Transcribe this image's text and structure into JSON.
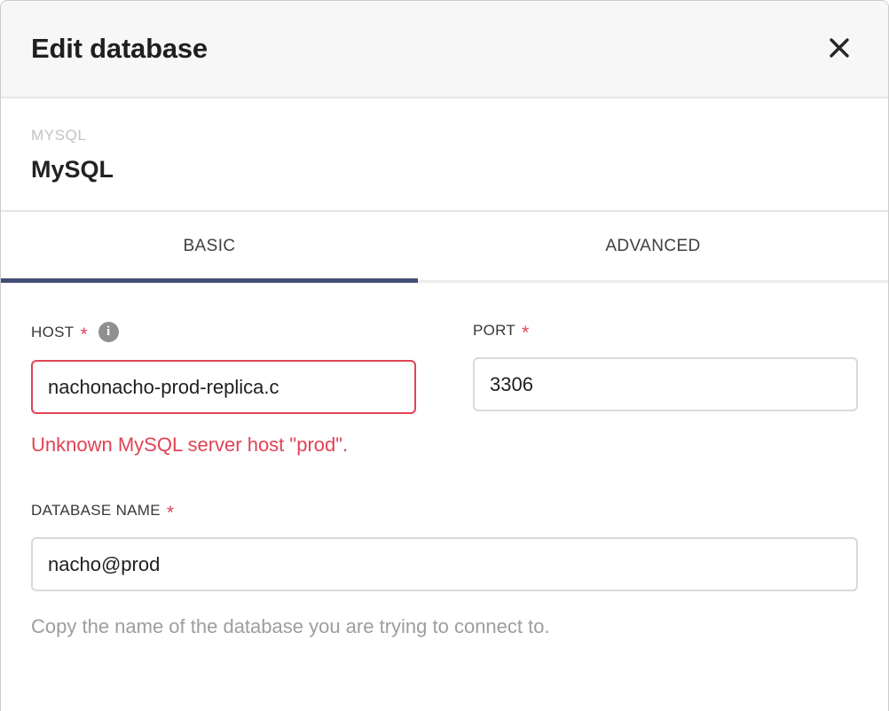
{
  "modal": {
    "title": "Edit database"
  },
  "database": {
    "type_label": "MYSQL",
    "display_name": "MySQL"
  },
  "tabs": {
    "basic_label": "BASIC",
    "advanced_label": "ADVANCED",
    "active_tab": "BASIC"
  },
  "form": {
    "host": {
      "label": "HOST",
      "required_marker": "*",
      "value": "nachonacho-prod-replica.c",
      "error_message": "Unknown MySQL server host \"prod\"."
    },
    "port": {
      "label": "PORT",
      "required_marker": "*",
      "value": "3306"
    },
    "database_name": {
      "label": "DATABASE NAME",
      "required_marker": "*",
      "value": "nacho@prod",
      "helper_text": "Copy the name of the database you are trying to connect to."
    }
  },
  "icons": {
    "close": "close-icon",
    "info": "i"
  },
  "colors": {
    "active_tab_underline": "#434e75",
    "error": "#e04355",
    "header_background": "#f7f7f7",
    "muted_text": "#9d9d9d",
    "type_label_text": "#c2c2c2"
  }
}
